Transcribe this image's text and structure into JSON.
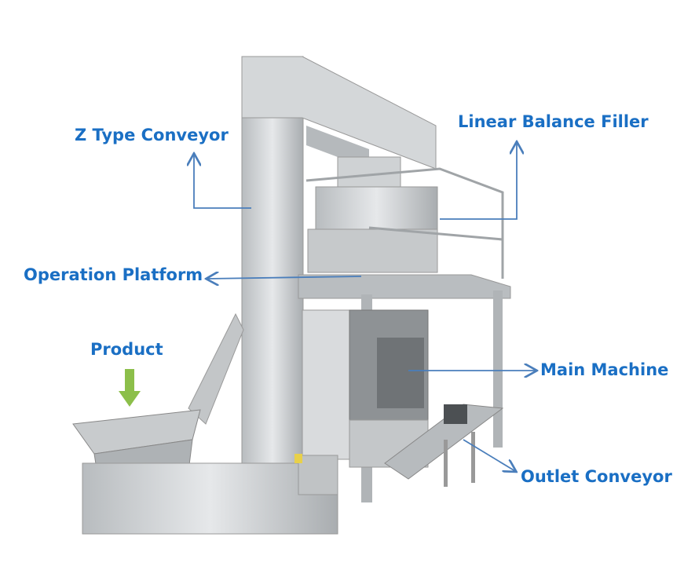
{
  "labels": {
    "z_conveyor": "Z Type Conveyor",
    "linear_filler": "Linear Balance Filler",
    "operation_platform": "Operation Platform",
    "product": "Product",
    "main_machine": "Main Machine",
    "outlet_conveyor": "Outlet Conveyor"
  },
  "colors": {
    "label": "#1a6fc4",
    "arrow": "#4a7ebb",
    "product_arrow": "#8cbf4a",
    "steel": "#c9ccce"
  }
}
